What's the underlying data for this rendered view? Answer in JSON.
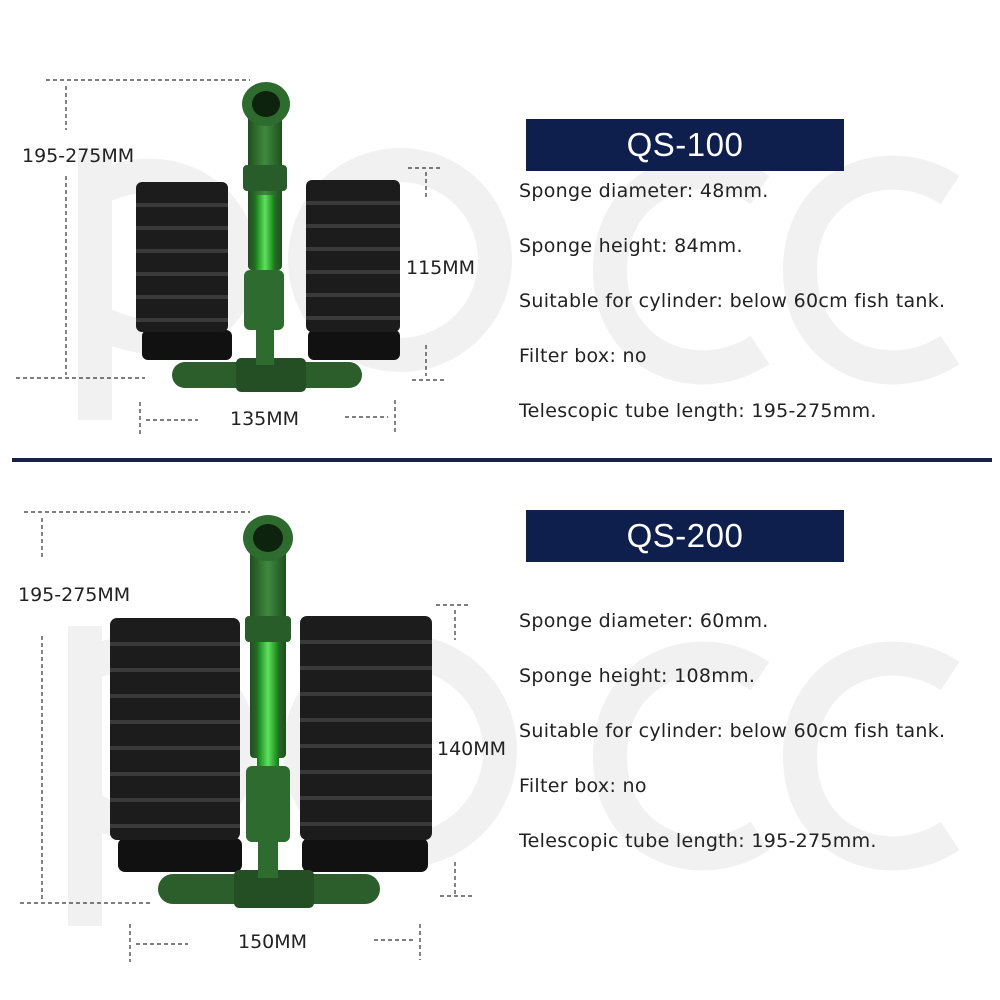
{
  "products": [
    {
      "model": "QS-100",
      "dimensions": {
        "total_height": "195-275MM",
        "sponge_height": "115MM",
        "width": "135MM"
      },
      "specs": [
        "Sponge diameter: 48mm.",
        "Sponge height: 84mm.",
        "Suitable for cylinder: below 60cm fish tank.",
        "Filter box: no",
        "Telescopic tube length: 195-275mm."
      ]
    },
    {
      "model": "QS-200",
      "dimensions": {
        "total_height": "195-275MM",
        "sponge_height": "140MM",
        "width": "150MM"
      },
      "specs": [
        "Sponge diameter: 60mm.",
        "Sponge height: 108mm.",
        "Suitable for cylinder: below 60cm fish tank.",
        "Filter box: no",
        "Telescopic tube length: 195-275mm."
      ]
    }
  ],
  "colors": {
    "banner": "#0e1f4d",
    "divider": "#16224a",
    "sponge": "#1c1c1c",
    "tube_green": "#2e6b2e",
    "base_green": "#2b5e2b"
  }
}
